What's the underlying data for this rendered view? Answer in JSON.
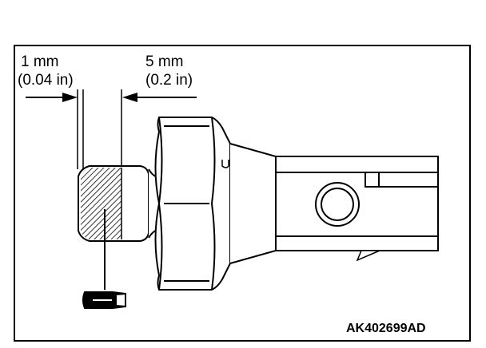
{
  "labels": {
    "left_dim_mm": "1 mm",
    "left_dim_in": "(0.04 in)",
    "right_dim_mm": "5 mm",
    "right_dim_in": "(0.2 in)",
    "figure_code": "AK402699AD"
  },
  "colors": {
    "line": "#000000",
    "background": "#ffffff"
  }
}
